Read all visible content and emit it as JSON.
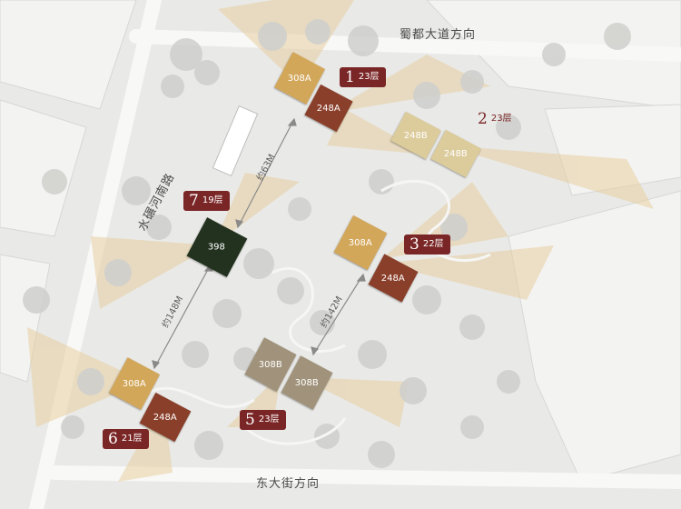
{
  "roads": {
    "north": "蜀都大道方向",
    "south": "东大街方向",
    "west": "水碾河南路"
  },
  "buildings": [
    {
      "id": "1",
      "floors": "23层",
      "blocks": [
        "308A",
        "248A"
      ]
    },
    {
      "id": "2",
      "floors": "23层",
      "blocks": [
        "248B",
        "248B"
      ]
    },
    {
      "id": "3",
      "floors": "22层",
      "blocks": [
        "308A",
        "248A"
      ]
    },
    {
      "id": "5",
      "floors": "23层",
      "blocks": [
        "308B",
        "308B"
      ]
    },
    {
      "id": "6",
      "floors": "21层",
      "blocks": [
        "308A",
        "248A"
      ]
    },
    {
      "id": "7",
      "floors": "19层",
      "blocks": [
        "398"
      ]
    }
  ],
  "distances": [
    "约63M",
    "约148M",
    "约142M"
  ],
  "colors": {
    "type_308a": "#d3a75a",
    "type_248a": "#8a3f2a",
    "type_248b": "#dccb9b",
    "type_308b": "#a1937b",
    "type_398": "#22321f",
    "tag_bg": "#7a2526",
    "view_cone": "#e7cfa1"
  }
}
